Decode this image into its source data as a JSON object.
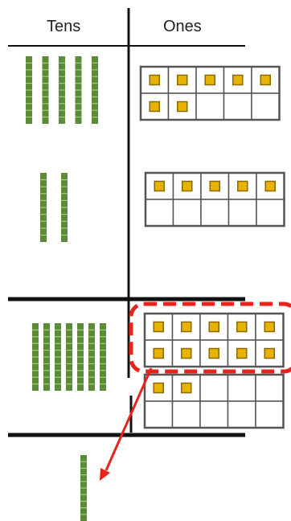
{
  "headers": {
    "tens": "Tens",
    "ones": "Ones"
  },
  "colors": {
    "rod": "#5a8a3a",
    "rod_stripe": "#9ccf73",
    "cube_fill": "#e6b400",
    "cube_border": "#8a6a00",
    "frame": "#555555",
    "divider": "#111111",
    "highlight": "#e8231c"
  },
  "problem_rows": [
    {
      "tens": 5,
      "ones": 7
    },
    {
      "tens": 2,
      "ones": 5
    },
    {
      "tens": 7,
      "ones": 12
    }
  ],
  "regrouped": {
    "tens_from_ones": 1,
    "remaining_ones": 2,
    "result_tens": 8
  },
  "icons": {
    "ten_rod": "base-ten-rod-icon",
    "one_cube": "unit-cube-icon",
    "arrow": "regroup-arrow-icon"
  }
}
